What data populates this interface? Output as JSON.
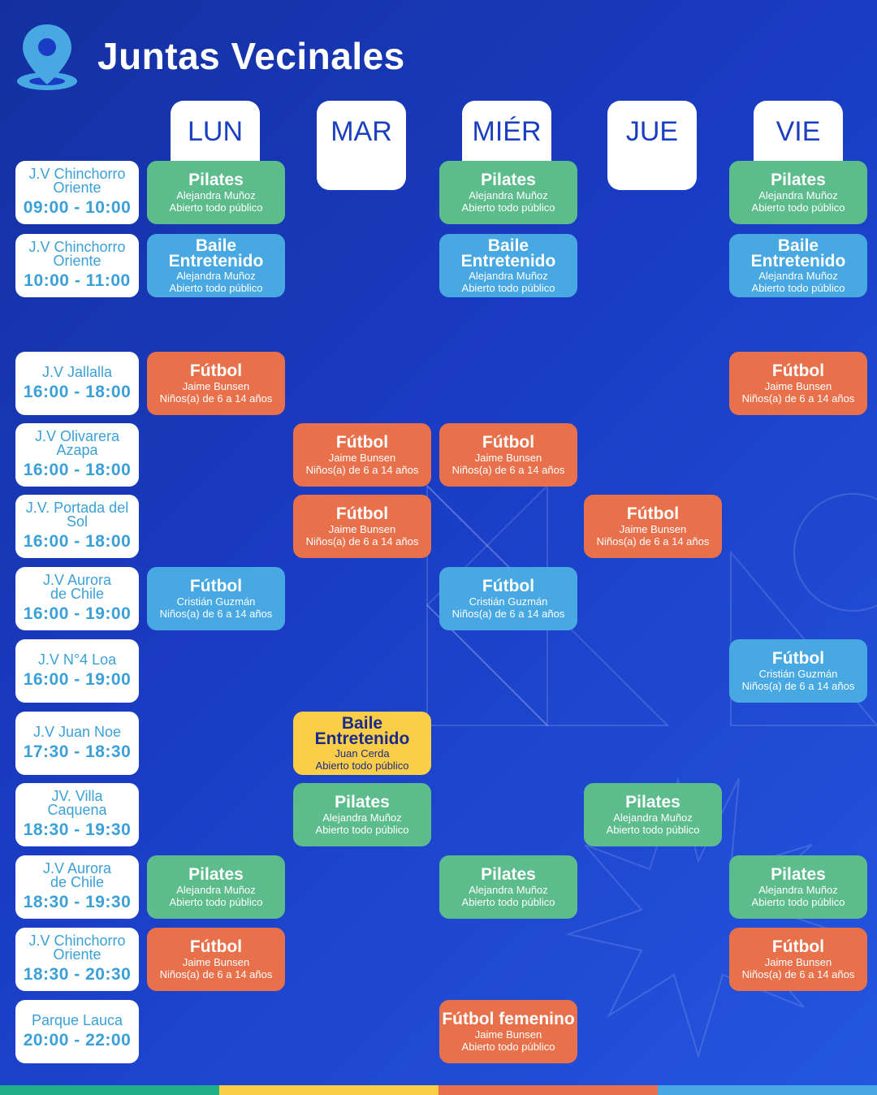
{
  "header": {
    "title": "Juntas Vecinales",
    "icon": "location-pin-icon"
  },
  "days": [
    "LUN",
    "MAR",
    "MIÉR",
    "JUE",
    "VIE"
  ],
  "colors": {
    "green": "#5cbc8b",
    "blue": "#47a8e2",
    "orange": "#e8714c",
    "yellow": "#fccd47"
  },
  "rows": [
    {
      "location": "J.V Chinchorro\nOriente",
      "time": "09:00 - 10:00"
    },
    {
      "location": "J.V Chinchorro\nOriente",
      "time": "10:00 - 11:00"
    },
    {
      "location": "J.V Jallalla",
      "time": "16:00 - 18:00"
    },
    {
      "location": "J.V Olivarera\nAzapa",
      "time": "16:00 - 18:00"
    },
    {
      "location": "J.V. Portada del\nSol",
      "time": "16:00 - 18:00"
    },
    {
      "location": "J.V Aurora\nde Chile",
      "time": "16:00 - 19:00"
    },
    {
      "location": "J.V N°4 Loa",
      "time": "16:00 - 19:00"
    },
    {
      "location": "J.V Juan Noe",
      "time": "17:30 - 18:30"
    },
    {
      "location": "JV. Villa\nCaquena",
      "time": "18:30 - 19:30"
    },
    {
      "location": "J.V Aurora\nde Chile",
      "time": "18:30 - 19:30"
    },
    {
      "location": "J.V Chinchorro\nOriente",
      "time": "18:30 - 20:30"
    },
    {
      "location": "Parque Lauca",
      "time": "20:00 - 22:00"
    }
  ],
  "activities": [
    {
      "row": 0,
      "day": 0,
      "name": "Pilates",
      "instructor": "Alejandra Muñoz",
      "audience": "Abierto todo público",
      "color": "green"
    },
    {
      "row": 0,
      "day": 2,
      "name": "Pilates",
      "instructor": "Alejandra Muñoz",
      "audience": "Abierto todo público",
      "color": "green"
    },
    {
      "row": 0,
      "day": 4,
      "name": "Pilates",
      "instructor": "Alejandra Muñoz",
      "audience": "Abierto todo público",
      "color": "green"
    },
    {
      "row": 1,
      "day": 0,
      "name": "Baile\nEntretenido",
      "instructor": "Alejandra Muñoz",
      "audience": "Abierto todo público",
      "color": "blue"
    },
    {
      "row": 1,
      "day": 2,
      "name": "Baile\nEntretenido",
      "instructor": "Alejandra Muñoz",
      "audience": "Abierto todo público",
      "color": "blue"
    },
    {
      "row": 1,
      "day": 4,
      "name": "Baile\nEntretenido",
      "instructor": "Alejandra Muñoz",
      "audience": "Abierto todo público",
      "color": "blue"
    },
    {
      "row": 2,
      "day": 0,
      "name": "Fútbol",
      "instructor": "Jaime Bunsen",
      "audience": "Niños(a) de 6 a 14 años",
      "color": "orange"
    },
    {
      "row": 2,
      "day": 4,
      "name": "Fútbol",
      "instructor": "Jaime Bunsen",
      "audience": "Niños(a) de 6 a 14 años",
      "color": "orange"
    },
    {
      "row": 3,
      "day": 1,
      "name": "Fútbol",
      "instructor": "Jaime Bunsen",
      "audience": "Niños(a) de 6 a 14 años",
      "color": "orange"
    },
    {
      "row": 3,
      "day": 2,
      "name": "Fútbol",
      "instructor": "Jaime Bunsen",
      "audience": "Niños(a) de 6 a 14 años",
      "color": "orange"
    },
    {
      "row": 4,
      "day": 1,
      "name": "Fútbol",
      "instructor": "Jaime Bunsen",
      "audience": "Niños(a) de 6 a 14 años",
      "color": "orange"
    },
    {
      "row": 4,
      "day": 3,
      "name": "Fútbol",
      "instructor": "Jaime Bunsen",
      "audience": "Niños(a) de 6 a 14 años",
      "color": "orange"
    },
    {
      "row": 5,
      "day": 0,
      "name": "Fútbol",
      "instructor": "Cristián Guzmán",
      "audience": "Niños(a) de 6 a 14 años",
      "color": "blue"
    },
    {
      "row": 5,
      "day": 2,
      "name": "Fútbol",
      "instructor": "Cristián Guzmán",
      "audience": "Niños(a) de 6 a 14 años",
      "color": "blue"
    },
    {
      "row": 6,
      "day": 4,
      "name": "Fútbol",
      "instructor": "Cristián Guzmán",
      "audience": "Niños(a) de 6 a 14 años",
      "color": "blue"
    },
    {
      "row": 7,
      "day": 1,
      "name": "Baile\nEntretenido",
      "instructor": "Juan Cerda",
      "audience": "Abierto todo público",
      "color": "yellow"
    },
    {
      "row": 8,
      "day": 1,
      "name": "Pilates",
      "instructor": "Alejandra Muñoz",
      "audience": "Abierto todo público",
      "color": "green"
    },
    {
      "row": 8,
      "day": 3,
      "name": "Pilates",
      "instructor": "Alejandra Muñoz",
      "audience": "Abierto todo público",
      "color": "green"
    },
    {
      "row": 9,
      "day": 0,
      "name": "Pilates",
      "instructor": "Alejandra Muñoz",
      "audience": "Abierto todo público",
      "color": "green"
    },
    {
      "row": 9,
      "day": 2,
      "name": "Pilates",
      "instructor": "Alejandra Muñoz",
      "audience": "Abierto todo público",
      "color": "green"
    },
    {
      "row": 9,
      "day": 4,
      "name": "Pilates",
      "instructor": "Alejandra Muñoz",
      "audience": "Abierto todo público",
      "color": "green"
    },
    {
      "row": 10,
      "day": 0,
      "name": "Fútbol",
      "instructor": "Jaime Bunsen",
      "audience": "Niños(a) de 6 a 14 años",
      "color": "orange"
    },
    {
      "row": 10,
      "day": 4,
      "name": "Fútbol",
      "instructor": "Jaime Bunsen",
      "audience": "Niños(a) de 6 a 14 años",
      "color": "orange"
    },
    {
      "row": 11,
      "day": 2,
      "name": "Fútbol femenino",
      "instructor": "Jaime Bunsen",
      "audience": "Abierto todo público",
      "color": "orange"
    }
  ],
  "bottom_bar_colors": [
    "#1fb08a",
    "#fccd47",
    "#e8714c",
    "#47a8e2"
  ]
}
